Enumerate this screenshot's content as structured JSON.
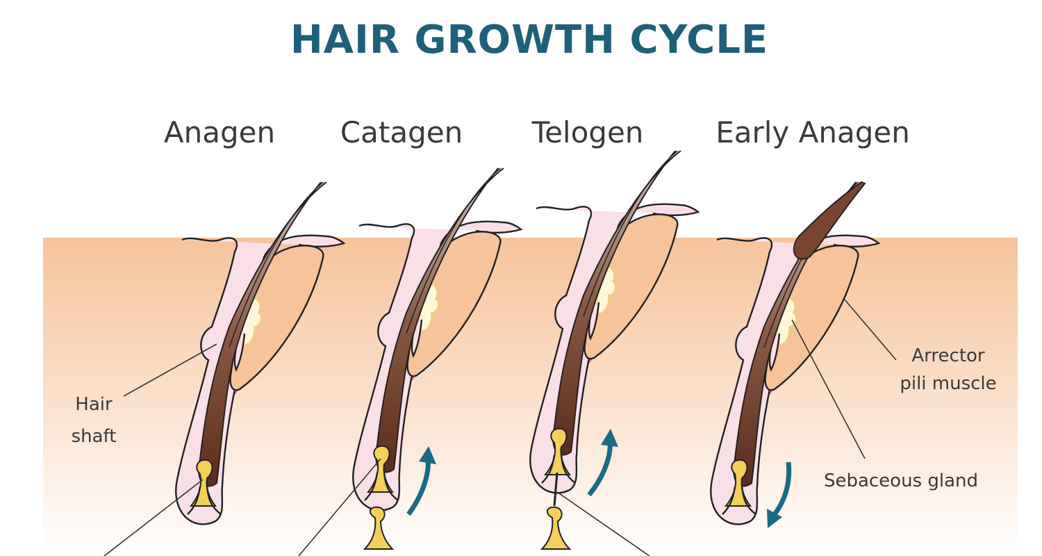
{
  "title": "HAIR GROWTH CYCLE",
  "stages": [
    "Anagen",
    "Catagen",
    "Telogen",
    "Early Anagen"
  ],
  "labels": {
    "hair_shaft_1": "Hair",
    "hair_shaft_2": "shaft",
    "arrector_1": "Arrector",
    "arrector_2": "pili muscle",
    "sebaceous": "Sebaceous gland"
  },
  "colors": {
    "title": "#1f5f7a",
    "arrow": "#1a6a85",
    "skin_top": "#f6c39b",
    "hair": "#6b3a26",
    "sheath": "#f9dfe6",
    "muscle": "#ec8fa0",
    "papilla": "#f4cf5a"
  }
}
